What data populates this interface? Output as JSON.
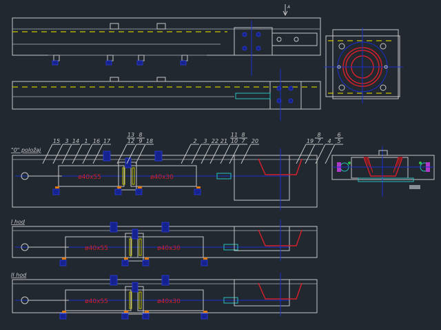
{
  "view_marker": "A",
  "sections": {
    "zero_position": "\"0\" položaj",
    "stroke_1": "I hod",
    "stroke_2": "II hod"
  },
  "cylinders": {
    "large": "ø40x55",
    "small": "ø40x30"
  },
  "balloons_front": [
    "15",
    "3",
    "14",
    "1",
    "16",
    "17",
    "13",
    "12",
    "8",
    "9",
    "18",
    "2",
    "3",
    "22",
    "21",
    "11",
    "10",
    "8",
    "7",
    "20"
  ],
  "balloons_side": [
    "19",
    "8",
    "7",
    "4",
    "6",
    "5"
  ],
  "colors": {
    "background": "#212830",
    "outline": "#c8c8c8",
    "centerline": "#1a2fd0",
    "accent_red": "#d3202a",
    "accent_yellow": "#c9c400"
  }
}
